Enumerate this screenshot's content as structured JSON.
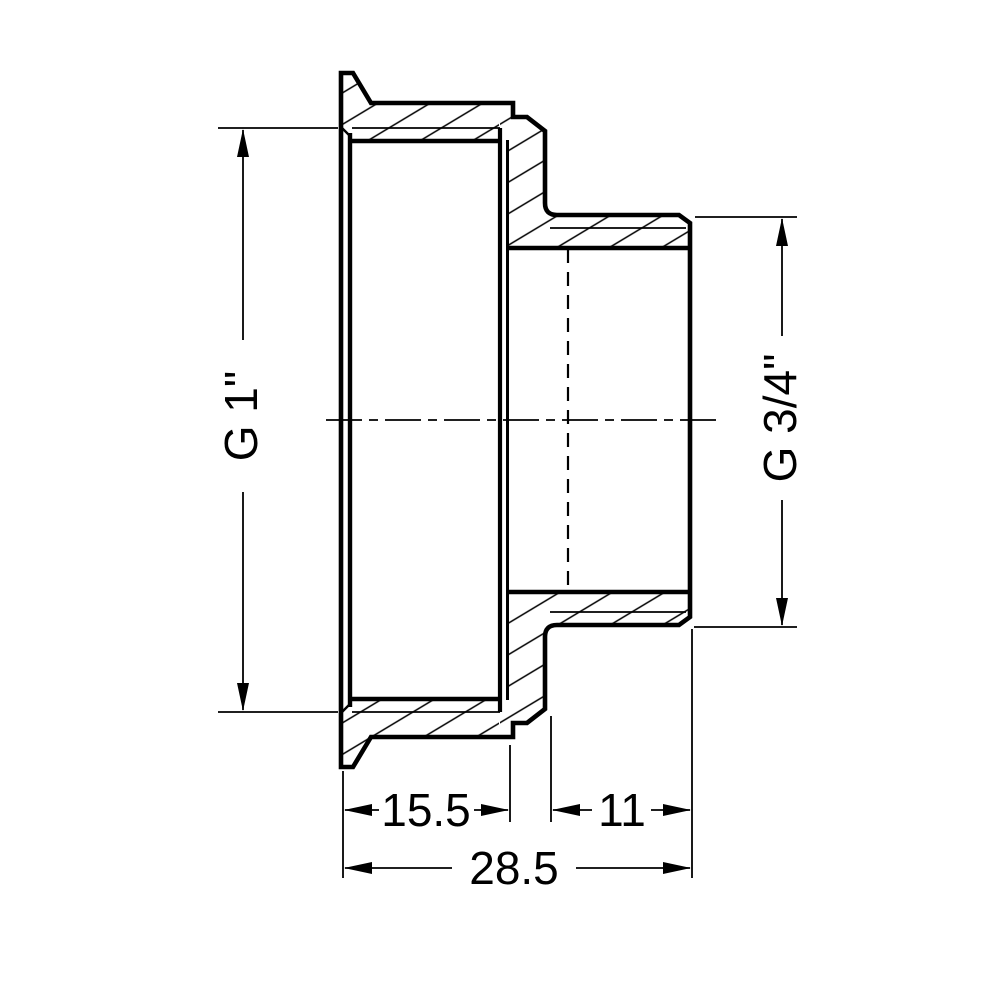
{
  "drawing": {
    "kind": "technical-section-drawing",
    "colors": {
      "line": "#000000",
      "background": "#ffffff"
    },
    "labels": {
      "left_thread": "G 1\"",
      "right_thread": "G 3/4\"",
      "socket_depth": "15.5",
      "thread_length": "11",
      "overall_length": "28.5"
    }
  }
}
